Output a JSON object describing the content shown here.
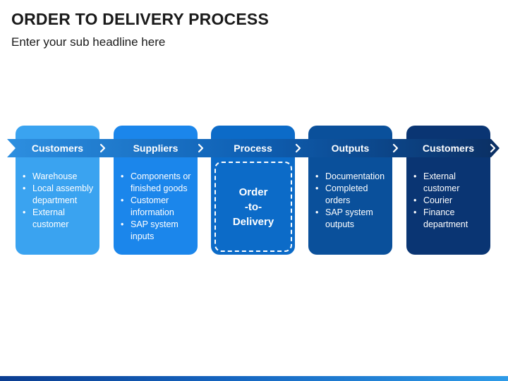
{
  "title": "ORDER TO DELIVERY PROCESS",
  "subtitle": "Enter your sub headline here",
  "colors": {
    "stage1": "#3aa3f0",
    "stage2": "#1b86eb",
    "stage3": "#0c6bc8",
    "stage4": "#0a509b",
    "stage5": "#0a3573",
    "arrow_band_start": "#2d8fe0",
    "arrow_band_end": "#0b2f63"
  },
  "stages": [
    {
      "label": "Customers",
      "items": [
        "Warehouse",
        "Local assembly department",
        "External customer"
      ]
    },
    {
      "label": "Suppliers",
      "items": [
        "Components or finished goods",
        "Customer information",
        "SAP system inputs"
      ]
    },
    {
      "label": "Process",
      "center_text": "Order\n-to-\nDelivery"
    },
    {
      "label": "Outputs",
      "items": [
        "Documentation",
        "Completed orders",
        "SAP system outputs"
      ]
    },
    {
      "label": "Customers",
      "items": [
        "External customer",
        "Courier",
        "Finance department"
      ]
    }
  ]
}
